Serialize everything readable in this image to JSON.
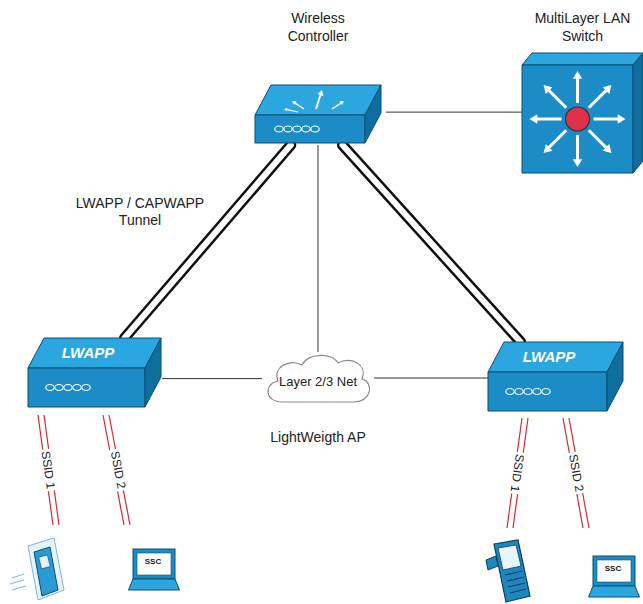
{
  "diagram": {
    "nodes": [
      {
        "text": [
          "Wireless Controller"
        ]
      },
      {
        "text": [
          "MultiLayer LAN Switch"
        ]
      },
      {
        "text": [
          "LWAPP"
        ]
      },
      {
        "text": [
          "Layer 2/3 Net"
        ]
      },
      {
        "text": [
          "LWAPP"
        ]
      },
      {
        "text": [
          "SSC"
        ]
      },
      {
        "text": [
          "SSC"
        ]
      }
    ],
    "edges": [
      {
        "from": 0,
        "to": 1,
        "arrow": "none"
      },
      {
        "from": 0,
        "to": 2,
        "arrow": "none"
      },
      {
        "from": 0,
        "to": 4,
        "arrow": "none"
      },
      {
        "from": 0,
        "to": 3,
        "arrow": "none"
      },
      {
        "from": 2,
        "to": 3,
        "arrow": "none"
      },
      {
        "from": 3,
        "to": 4,
        "arrow": "none"
      }
    ],
    "labels": [
      "LWAPP / CAPWAPP Tunnel",
      "LightWeigth AP",
      "SSID 1",
      "SSID 2",
      "SSID 1",
      "SSID 2"
    ]
  }
}
